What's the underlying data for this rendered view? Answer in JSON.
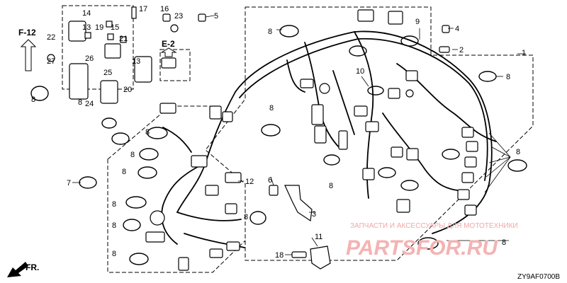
{
  "diagram": {
    "page_refs": {
      "f12": "F-12",
      "e2": "E-2",
      "fr": "FR."
    },
    "part_code": "ZY9AF0700B",
    "parts": {
      "p1": "1",
      "p2": "2",
      "p3": "3",
      "p4": "4",
      "p5": "5",
      "p6": "6",
      "p7": "7",
      "p8": "8",
      "p9": "9",
      "p10": "10",
      "p11": "11",
      "p12": "12",
      "p13": "13",
      "p14": "14",
      "p15": "15",
      "p16": "16",
      "p17": "17",
      "p18": "18",
      "p19": "19",
      "p20": "20",
      "p21": "21",
      "p22": "22",
      "p23": "23",
      "p24": "24",
      "p25": "25",
      "p26": "26",
      "p27": "27"
    },
    "watermarks": {
      "caption": "ЗАПЧАСТИ И АКСЕССУАРЫ ДЛЯ МОТОТЕХНИКИ",
      "brand": "PARTSFOR.RU"
    }
  }
}
